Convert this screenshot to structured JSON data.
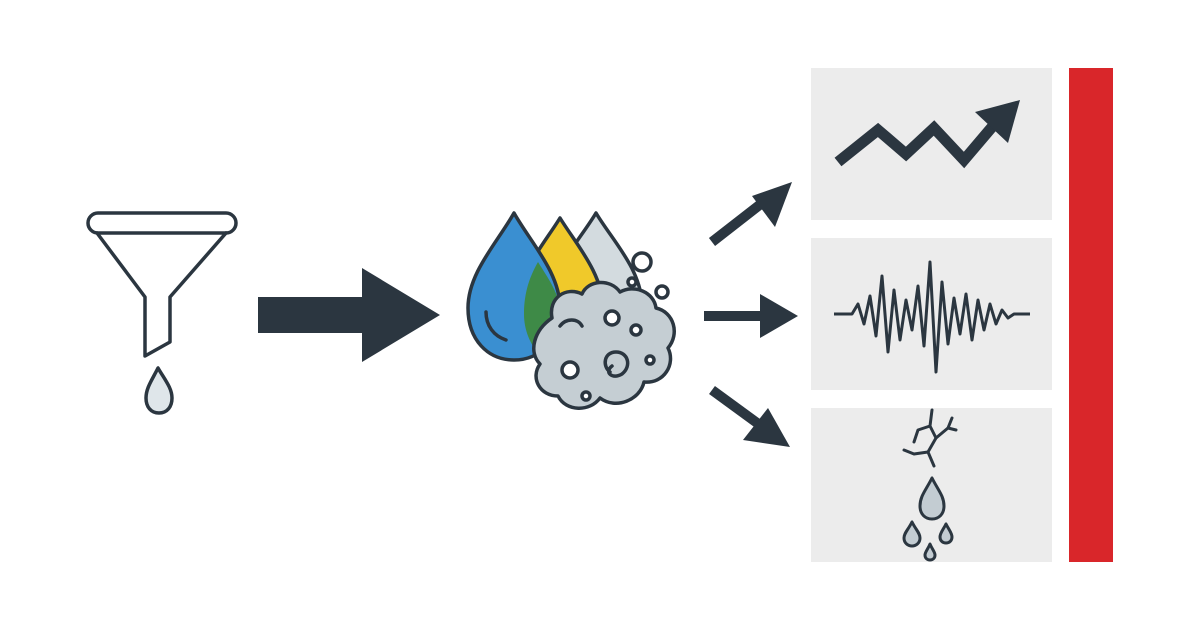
{
  "diagram": {
    "stages": [
      {
        "id": "filter",
        "icon": "funnel-icon"
      },
      {
        "id": "mixture",
        "icon": "mixed-droplets-icon"
      }
    ],
    "outcomes": [
      {
        "id": "rising-trend",
        "icon": "zigzag-trend-up-icon"
      },
      {
        "id": "oscillation",
        "icon": "waveform-icon"
      },
      {
        "id": "leak",
        "icon": "crack-drip-icon"
      }
    ],
    "colors": {
      "ink": "#2b3640",
      "panel": "#ececec",
      "alert_bar": "#d9262a",
      "drop_blue": "#3a8fd1",
      "drop_yellow": "#f0c92a",
      "drop_green": "#3e8a47",
      "drop_grey": "#cfd8dc",
      "foam": "#c5ced3"
    }
  }
}
